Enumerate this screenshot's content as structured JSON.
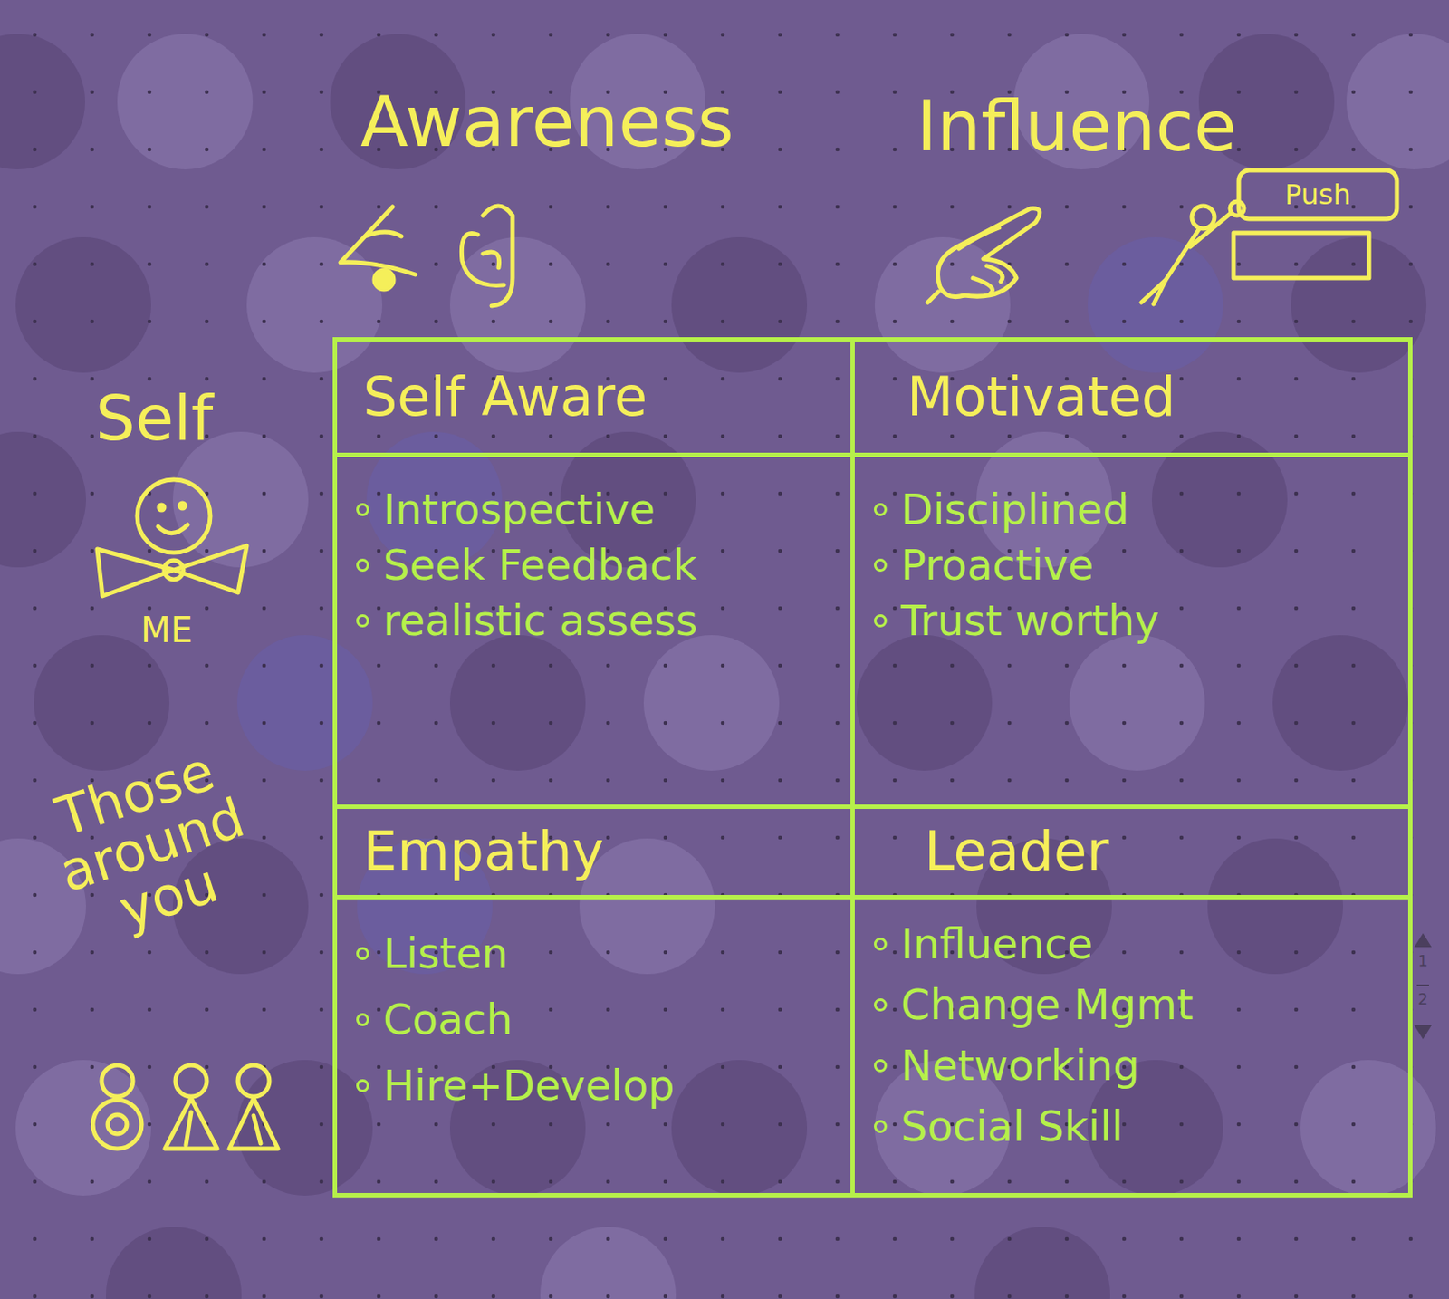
{
  "diagram": {
    "nodes": [
      {
        "text": [
          "Self Aware",
          "Introspective",
          "Seek Feedback",
          "realistic assess"
        ]
      },
      {
        "text": [
          "Motivated",
          "Disciplined",
          "Proactive",
          "Trust worthy"
        ]
      },
      {
        "text": [
          "Empathy",
          "Listen",
          "Coach",
          "Hire+Develop"
        ]
      },
      {
        "text": [
          "Leader",
          "Influence",
          "Change Mgmt",
          "Networking",
          "Social Skill"
        ]
      }
    ],
    "edges": [],
    "labels": [
      "Awareness",
      "Influence",
      "Push",
      "Self",
      "ME",
      "Those around you",
      "1",
      "2"
    ]
  }
}
